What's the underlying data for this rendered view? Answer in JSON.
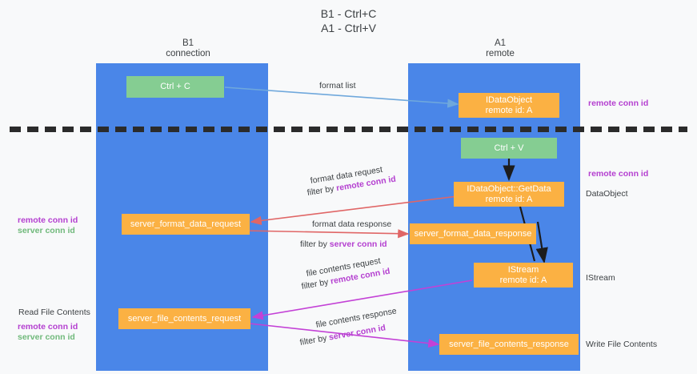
{
  "title": {
    "line1": "B1 - Ctrl+C",
    "line2": "A1 - Ctrl+V"
  },
  "lanes": [
    {
      "name": "B1",
      "sub": "connection"
    },
    {
      "name": "A1",
      "sub": "remote"
    }
  ],
  "nodes": {
    "ctrl_c": "Ctrl + C",
    "ctrl_v": "Ctrl + V",
    "dataobject_top_l1": "IDataObject",
    "dataobject_top_l2": "remote id: A",
    "getdata_l1": "IDataObject::GetData",
    "getdata_l2": "remote id: A",
    "istream_l1": "IStream",
    "istream_l2": "remote id: A",
    "server_format_data_request": "server_format_data_request",
    "server_format_data_response": "server_format_data_response",
    "server_file_contents_request": "server_file_contents_request",
    "server_file_contents_response": "server_file_contents_response"
  },
  "edges": {
    "format_list": "format list",
    "format_data_request": "format data request",
    "format_data_request_filter_pre": "filter by ",
    "format_data_request_filter_kw": "remote conn id",
    "format_data_response": "format data response",
    "format_data_response_filter_pre": "filter by ",
    "format_data_response_filter_kw": "server conn id",
    "file_contents_request": "file contents request",
    "file_contents_request_filter_pre": "filter by ",
    "file_contents_request_filter_kw": "remote conn id",
    "file_contents_response": "file contents response",
    "file_contents_response_filter_pre": "filter by ",
    "file_contents_response_filter_kw": "server conn id"
  },
  "annotations": {
    "right_remote_conn_id_top": "remote conn id",
    "right_remote_conn_id_mid": "remote conn id",
    "right_dataobject": "DataObject",
    "right_istream": "IStream",
    "right_write_file_contents": "Write File Contents",
    "left_remote_conn_id_mid": "remote conn id",
    "left_server_conn_id_mid": "server conn id",
    "left_read_file_contents": "Read File Contents",
    "left_remote_conn_id_bottom": "remote conn id",
    "left_server_conn_id_bottom": "server conn id"
  },
  "colors": {
    "lane": "#4a86e8",
    "green_node": "#85cd92",
    "orange_node": "#fbb143",
    "remote_conn": "#b43fd0",
    "server_conn": "#70b97b",
    "arrow_blue": "#6fa8dc",
    "arrow_red": "#e06666",
    "arrow_magenta": "#c341d6",
    "arrow_black": "#1c1c1c",
    "background": "#f8f9fa"
  }
}
